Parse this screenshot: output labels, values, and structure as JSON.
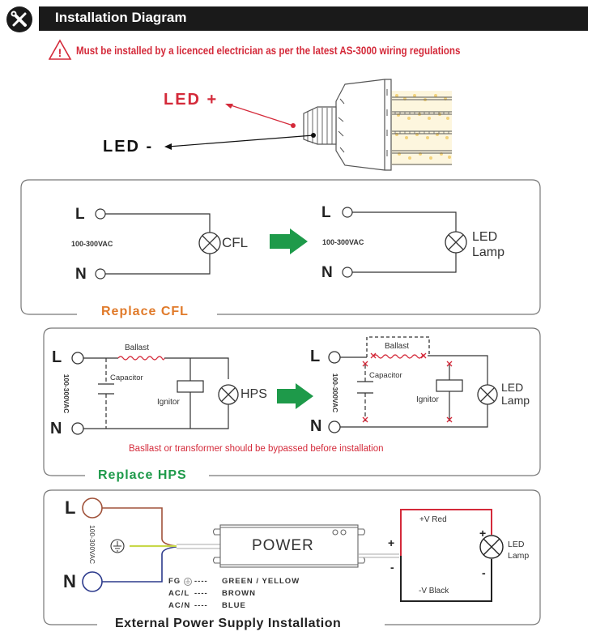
{
  "header": {
    "title": "Installation Diagram",
    "icon": "tools-icon"
  },
  "warning": {
    "icon": "warning-triangle-icon",
    "text": "Must be installed by a licenced electrician as per the latest AS-3000 wiring regulations",
    "color": "#d42a3a"
  },
  "bulb": {
    "led_plus": "LED +",
    "led_minus": "LED -"
  },
  "panel_cfl": {
    "title": "Replace CFL",
    "title_color": "#e07a2a",
    "left": {
      "l": "L",
      "n": "N",
      "voltage": "100-300VAC",
      "lamp": "CFL"
    },
    "right": {
      "l": "L",
      "n": "N",
      "voltage": "100-300VAC",
      "lamp_line1": "LED",
      "lamp_line2": "Lamp"
    }
  },
  "panel_hps": {
    "title": "Replace HPS",
    "title_color": "#1e9a4a",
    "note": "Basllast or transformer should be bypassed before installation",
    "note_color": "#d42a3a",
    "left": {
      "l": "L",
      "n": "N",
      "voltage": "100-300VAC",
      "ballast": "Ballast",
      "capacitor": "Capacitor",
      "ignitor": "Ignitor",
      "lamp": "HPS"
    },
    "right": {
      "l": "L",
      "n": "N",
      "voltage": "100-300VAC",
      "ballast": "Ballast",
      "capacitor": "Capacitor",
      "ignitor": "Ignitor",
      "lamp_line1": "LED",
      "lamp_line2": "Lamp"
    }
  },
  "panel_eps": {
    "title": "External Power Supply Installation",
    "l": "L",
    "n": "N",
    "voltage": "100-300VAC",
    "power_label": "POWER",
    "plus": "+",
    "minus": "-",
    "vplus_label": "+V  Red",
    "vminus_label": "-V  Black",
    "lamp_line1": "LED",
    "lamp_line2": "Lamp",
    "legend": [
      {
        "key": "FG",
        "dashes": "----",
        "value": "GREEN / YELLOW"
      },
      {
        "key": "AC/L",
        "dashes": "----",
        "value": "BROWN"
      },
      {
        "key": "AC/N",
        "dashes": "----",
        "value": "BLUE"
      }
    ],
    "wire_colors": {
      "live": "#a0523a",
      "neutral": "#2c3a8c",
      "earth": "#c8d84a",
      "positive": "#d42a3a",
      "negative": "#222222"
    }
  },
  "arrow_color": "#1e9a4a"
}
